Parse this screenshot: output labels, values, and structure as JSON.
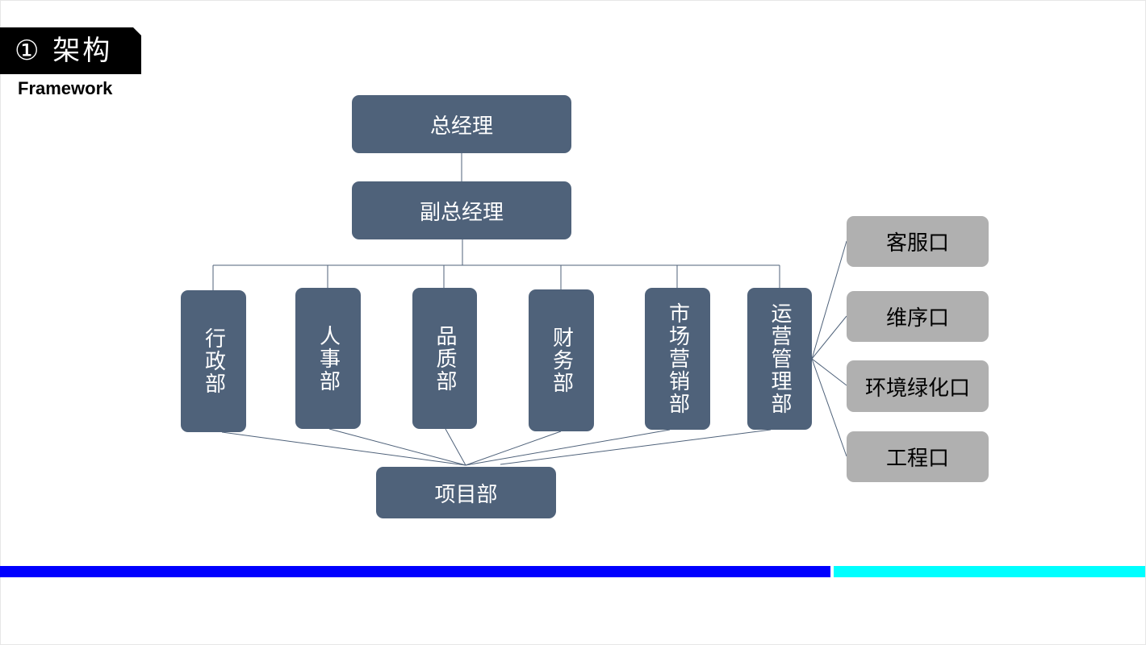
{
  "header": {
    "title": "① 架构",
    "subtitle": "Framework"
  },
  "org": {
    "ceo": "总经理",
    "vice": "副总经理",
    "departments": [
      "行政部",
      "人事部",
      "品质部",
      "财务部",
      "市场营销部",
      "运营管理部"
    ],
    "project": "项目部",
    "ops_units": [
      "客服口",
      "维序口",
      "环境绿化口",
      "工程口"
    ]
  },
  "colors": {
    "box_fill": "#4f627a",
    "unit_fill": "#b0b0b0",
    "line": "#4f627a",
    "bar_blue": "#0000ff",
    "bar_cyan": "#00ffff"
  }
}
